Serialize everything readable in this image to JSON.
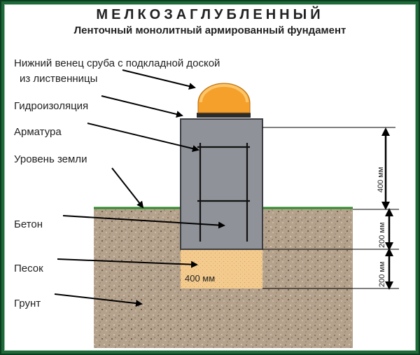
{
  "title": {
    "main": "МЕЛКОЗАГЛУБЛЕННЫЙ",
    "sub": "Ленточный монолитный армированный фундамент"
  },
  "labels": {
    "log": "Нижний венец сруба с подкладной доской",
    "log_line2": "из лиственницы",
    "waterproofing": "Гидроизоляция",
    "rebar": "Арматура",
    "ground_level": "Уровень земли",
    "concrete": "Бетон",
    "sand": "Песок",
    "soil": "Грунт"
  },
  "dimensions": {
    "above_ground": "400 мм",
    "concrete_below": "200 мм",
    "sand_height": "200 мм",
    "sand_width": "400 мм"
  },
  "colors": {
    "frame": "#1e6b3a",
    "soil": "#b8a48f",
    "concrete": "#8f9298",
    "sand": "#f3c98a",
    "log": "#f5a02a",
    "ground_line": "#2e8b2e"
  }
}
